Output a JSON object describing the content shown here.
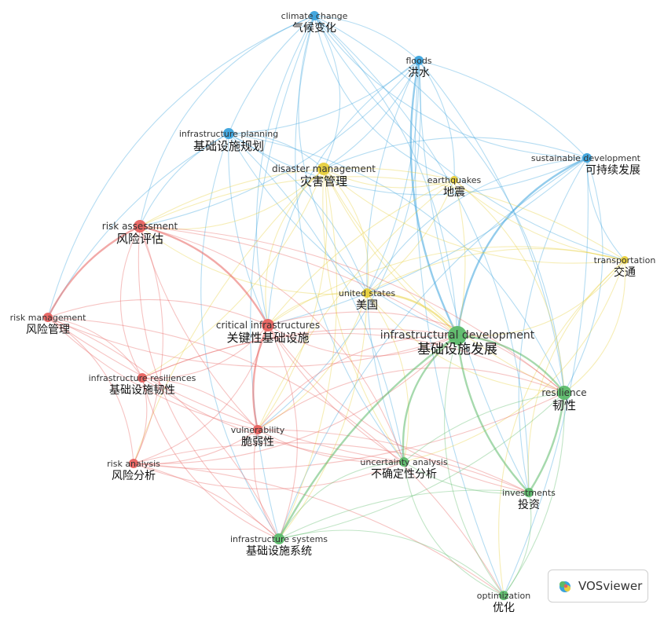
{
  "brand": {
    "name": "VOSviewer"
  },
  "colors": {
    "red": "#e8625f",
    "green": "#5cba6a",
    "blue": "#3aa2dc",
    "yellow": "#e7cf3c"
  },
  "nodes": [
    {
      "id": "climate",
      "en": "climate change",
      "zh": "气候变化",
      "cluster": "blue"
    },
    {
      "id": "floods",
      "en": "floods",
      "zh": "洪水",
      "cluster": "blue"
    },
    {
      "id": "infra_planning",
      "en": "infrastructure planning",
      "zh": "基础设施规划",
      "cluster": "blue"
    },
    {
      "id": "sustainable",
      "en": "sustainable development",
      "zh": "可持续发展",
      "cluster": "blue"
    },
    {
      "id": "disaster",
      "en": "disaster management",
      "zh": "灾害管理",
      "cluster": "yellow"
    },
    {
      "id": "earthquakes",
      "en": "earthquakes",
      "zh": "地震",
      "cluster": "yellow"
    },
    {
      "id": "transportation",
      "en": "transportation",
      "zh": "交通",
      "cluster": "yellow"
    },
    {
      "id": "us",
      "en": "united states",
      "zh": "美国",
      "cluster": "yellow"
    },
    {
      "id": "risk_assessment",
      "en": "risk assessment",
      "zh": "风险评估",
      "cluster": "red"
    },
    {
      "id": "risk_management",
      "en": "risk management",
      "zh": "风险管理",
      "cluster": "red"
    },
    {
      "id": "critical",
      "en": "critical infrastructures",
      "zh": "关键性基础设施",
      "cluster": "red"
    },
    {
      "id": "infra_resilience",
      "en": "infrastructure resiliences",
      "zh": "基础设施韧性",
      "cluster": "red"
    },
    {
      "id": "vulnerability",
      "en": "vulnerability",
      "zh": "脆弱性",
      "cluster": "red"
    },
    {
      "id": "risk_analysis",
      "en": "risk analysis",
      "zh": "风险分析",
      "cluster": "red"
    },
    {
      "id": "infra_dev",
      "en": "infrastructural development",
      "zh": "基础设施发展",
      "cluster": "green"
    },
    {
      "id": "resilience",
      "en": "resilience",
      "zh": "韧性",
      "cluster": "green"
    },
    {
      "id": "uncertainty",
      "en": "uncertainty analysis",
      "zh": "不确定性分析",
      "cluster": "green"
    },
    {
      "id": "investments",
      "en": "investments",
      "zh": "投资",
      "cluster": "green"
    },
    {
      "id": "infra_systems",
      "en": "infrastructure systems",
      "zh": "基础设施系统",
      "cluster": "green"
    },
    {
      "id": "optimization",
      "en": "optimization",
      "zh": "优化",
      "cluster": "green"
    }
  ]
}
